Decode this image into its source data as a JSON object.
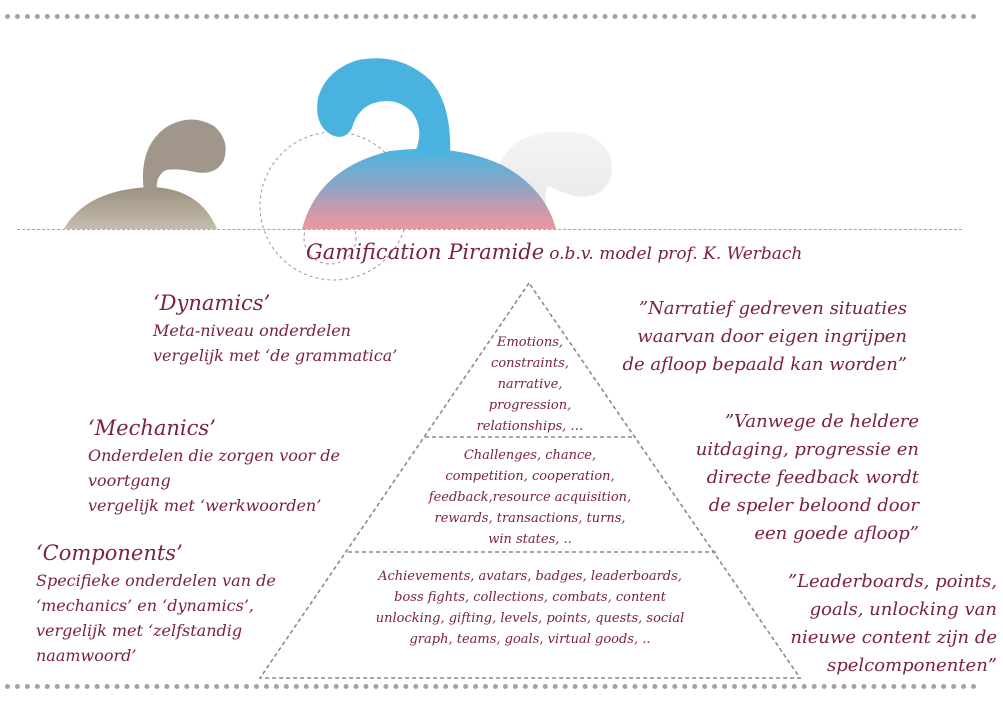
{
  "title": {
    "main": "Gamification Piramide",
    "sub": "o.b.v. model prof. K. Werbach"
  },
  "left": {
    "dynamics": {
      "heading": "‘Dynamics’",
      "lines": [
        "Meta-niveau onderdelen",
        "vergelijk met ‘de grammatica’"
      ]
    },
    "mechanics": {
      "heading": "‘Mechanics’",
      "lines": [
        "Onderdelen die zorgen voor de",
        "voortgang",
        "vergelijk met ‘werkwoorden’"
      ]
    },
    "components": {
      "heading": "‘Components’",
      "lines": [
        "Specifieke onderdelen van de",
        "‘mechanics’ en ‘dynamics’,",
        "vergelijk met  ‘zelfstandig",
        "naamwoord’"
      ]
    }
  },
  "pyramid": {
    "top": [
      "Emotions,",
      "constraints,",
      "narrative,",
      "progression,",
      "relationships, …"
    ],
    "middle": [
      "Challenges, chance,",
      "competition, cooperation,",
      "feedback,resource acquisition,",
      "rewards, transactions, turns,",
      "win states, .."
    ],
    "bottom": [
      "Achievements, avatars, badges, leaderboards,",
      "boss fights, collections, combats, content",
      "unlocking, gifting, levels, points, quests, social",
      "graph, teams, goals, virtual goods, .."
    ]
  },
  "right": {
    "quote1": [
      "”Narratief gedreven situaties",
      "waarvan door eigen ingrijpen",
      "de afloop bepaald kan worden”"
    ],
    "quote2": [
      "”Vanwege de heldere",
      "uitdaging, progressie en",
      "directe feedback wordt",
      "de speler beloond door",
      "een goede afloop”"
    ],
    "quote3": [
      "”Leaderboards, points,",
      "goals, unlocking van",
      "nieuwe content zijn de",
      "spelcomponenten”"
    ]
  },
  "colors": {
    "text": "#7a2240",
    "dots": "#a8a296",
    "blob_taupe": "#a39a8b",
    "blob_blue": "#4fb3de",
    "blob_pink": "#e59aa0",
    "blob_grey": "#eeeeee"
  }
}
